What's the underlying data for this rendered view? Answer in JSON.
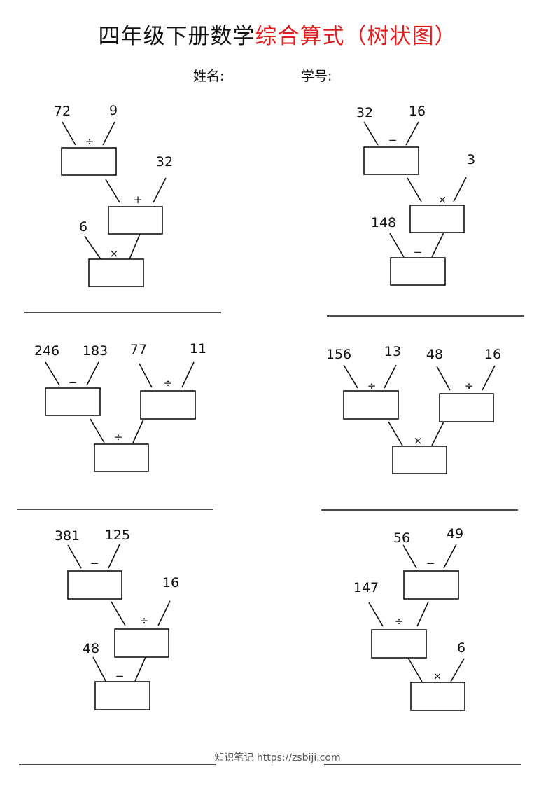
{
  "header": {
    "title_black": "四年级下册数学",
    "title_red": "综合算式（树状图）",
    "name_label": "姓名:",
    "id_label": "学号:"
  },
  "problems": [
    {
      "id": "p1",
      "numbers": [
        "72",
        "9",
        "32",
        "6"
      ],
      "operators": [
        "÷",
        "+",
        "×"
      ]
    },
    {
      "id": "p2",
      "numbers": [
        "32",
        "16",
        "3",
        "148"
      ],
      "operators": [
        "−",
        "×",
        "−"
      ]
    },
    {
      "id": "p3",
      "numbers": [
        "246",
        "183",
        "77",
        "11"
      ],
      "operators": [
        "−",
        "÷",
        "÷"
      ]
    },
    {
      "id": "p4",
      "numbers": [
        "156",
        "13",
        "48",
        "16"
      ],
      "operators": [
        "÷",
        "÷",
        "×"
      ]
    },
    {
      "id": "p5",
      "numbers": [
        "381",
        "125",
        "16",
        "48"
      ],
      "operators": [
        "−",
        "÷",
        "−"
      ]
    },
    {
      "id": "p6",
      "numbers": [
        "56",
        "49",
        "147",
        "6"
      ],
      "operators": [
        "−",
        "÷",
        "×"
      ]
    }
  ],
  "footer": {
    "watermark": "知识笔记 https://zsbiji.com"
  },
  "colors": {
    "title_red": "#e02020",
    "ink": "#111111"
  }
}
